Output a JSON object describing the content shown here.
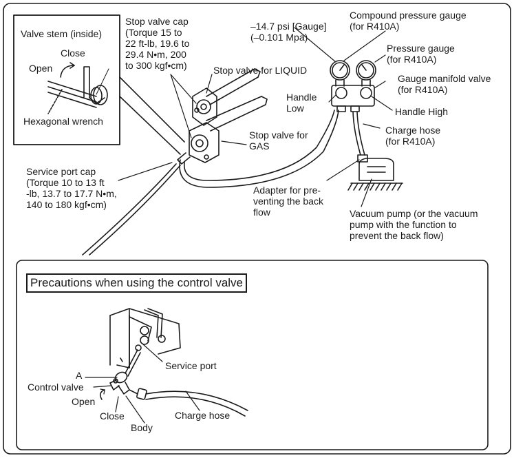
{
  "labels": {
    "valve_stem": "Valve stem (inside)",
    "close_top": "Close",
    "open_top": "Open",
    "hex_wrench": "Hexagonal wrench",
    "stop_valve_cap": "Stop valve cap\n(Torque 15 to\n22 ft-lb, 19.6 to\n29.4 N•m, 200\nto 300 kgf•cm)",
    "stop_valve_liquid": "Stop valve for LIQUID",
    "stop_valve_gas": "Stop valve for\nGAS",
    "psi_gauge": "–14.7 psi [Gauge]\n(–0.101 Mpa)",
    "compound_gauge": "Compound pressure gauge\n(for R410A)",
    "pressure_gauge": "Pressure gauge\n(for R410A)",
    "manifold_valve": "Gauge manifold valve\n(for R410A)",
    "handle_low": "Handle\nLow",
    "handle_high": "Handle High",
    "charge_hose_top": "Charge hose\n(for R410A)",
    "service_port_cap": "Service port cap\n(Torque 10 to 13 ft\n-lb, 13.7 to 17.7 N•m,\n140 to 180 kgf•cm)",
    "adapter": "Adapter for pre-\nventing the back\nflow",
    "vacuum_pump": "Vacuum pump (or the vacuum\npump with the function to\nprevent the back flow)",
    "precautions_title": "Precautions when using the control valve",
    "service_port": "Service port",
    "label_a": "A",
    "control_valve": "Control valve",
    "open_bottom": "Open",
    "close_bottom": "Close",
    "body": "Body",
    "charge_hose_bottom": "Charge hose"
  },
  "icons": [
    "valve-handle-icon",
    "hexagonal-wrench-icon",
    "compound-gauge-icon",
    "pressure-gauge-icon",
    "vacuum-pump-icon",
    "control-valve-icon"
  ]
}
